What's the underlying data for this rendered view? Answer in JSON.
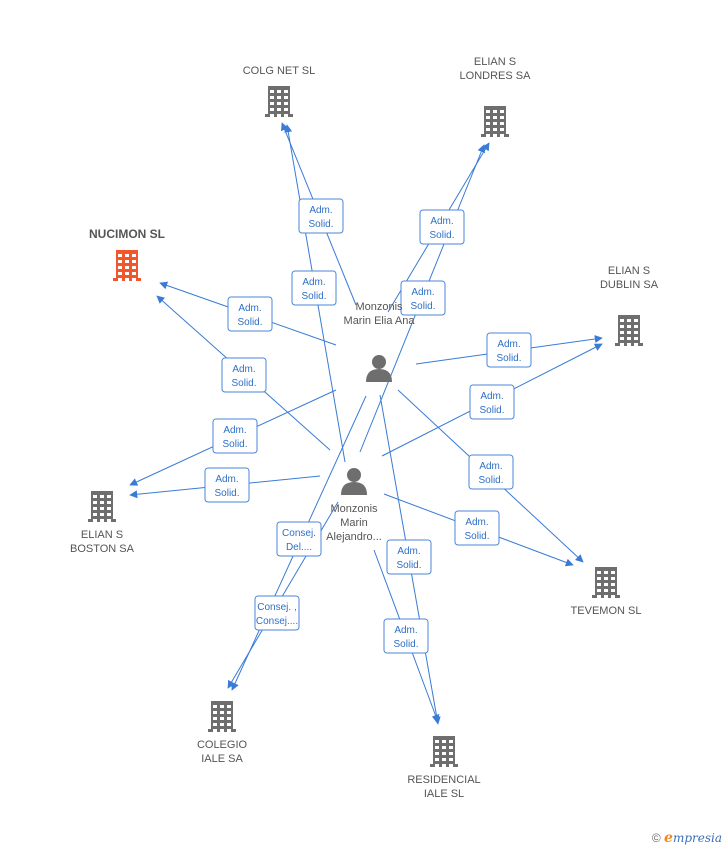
{
  "colors": {
    "edge": "#3a7bd5",
    "edge_label_text": "#2e6fc7",
    "building": "#6e6e6e",
    "building_highlight": "#f0572a",
    "person": "#6e6e6e",
    "text": "#555555"
  },
  "companies": [
    {
      "id": "colg",
      "lines": [
        "COLG NET SL"
      ],
      "highlight": false
    },
    {
      "id": "londres",
      "lines": [
        "ELIAN S",
        "LONDRES SA"
      ],
      "highlight": false
    },
    {
      "id": "nucimon",
      "lines": [
        "NUCIMON SL"
      ],
      "highlight": true
    },
    {
      "id": "dublin",
      "lines": [
        "ELIAN S",
        "DUBLIN SA"
      ],
      "highlight": false
    },
    {
      "id": "boston",
      "lines": [
        "ELIAN S",
        "BOSTON SA"
      ],
      "highlight": false
    },
    {
      "id": "tevemon",
      "lines": [
        "TEVEMON SL"
      ],
      "highlight": false
    },
    {
      "id": "colegio",
      "lines": [
        "COLEGIO",
        "IALE SA"
      ],
      "highlight": false
    },
    {
      "id": "residencial",
      "lines": [
        "RESIDENCIAL",
        "IALE SL"
      ],
      "highlight": false
    }
  ],
  "persons": [
    {
      "id": "ana",
      "lines": [
        "Monzonis",
        "Marin Elia Ana"
      ]
    },
    {
      "id": "alejandro",
      "lines": [
        "Monzonis",
        "Marin",
        "Alejandro..."
      ]
    }
  ],
  "edges": [
    {
      "label": [
        "Adm.",
        "Solid."
      ]
    },
    {
      "label": [
        "Adm.",
        "Solid."
      ]
    },
    {
      "label": [
        "Adm.",
        "Solid."
      ]
    },
    {
      "label": [
        "Adm.",
        "Solid."
      ]
    },
    {
      "label": [
        "Adm.",
        "Solid."
      ]
    },
    {
      "label": [
        "Adm.",
        "Solid."
      ]
    },
    {
      "label": [
        "Adm.",
        "Solid."
      ]
    },
    {
      "label": [
        "Adm.",
        "Solid."
      ]
    },
    {
      "label": [
        "Adm.",
        "Solid."
      ]
    },
    {
      "label": [
        "Adm.",
        "Solid."
      ]
    },
    {
      "label": [
        "Adm.",
        "Solid."
      ]
    },
    {
      "label": [
        "Adm.",
        "Solid."
      ]
    },
    {
      "label": [
        "Adm.",
        "Solid."
      ]
    },
    {
      "label": [
        "Adm.",
        "Solid."
      ]
    },
    {
      "label": [
        "Consej.",
        "Del...."
      ]
    },
    {
      "label": [
        "Consej. ,",
        "Consej...."
      ]
    }
  ],
  "footer": {
    "copyright": "©",
    "brand_initial": "e",
    "brand_rest": "mpresia"
  }
}
